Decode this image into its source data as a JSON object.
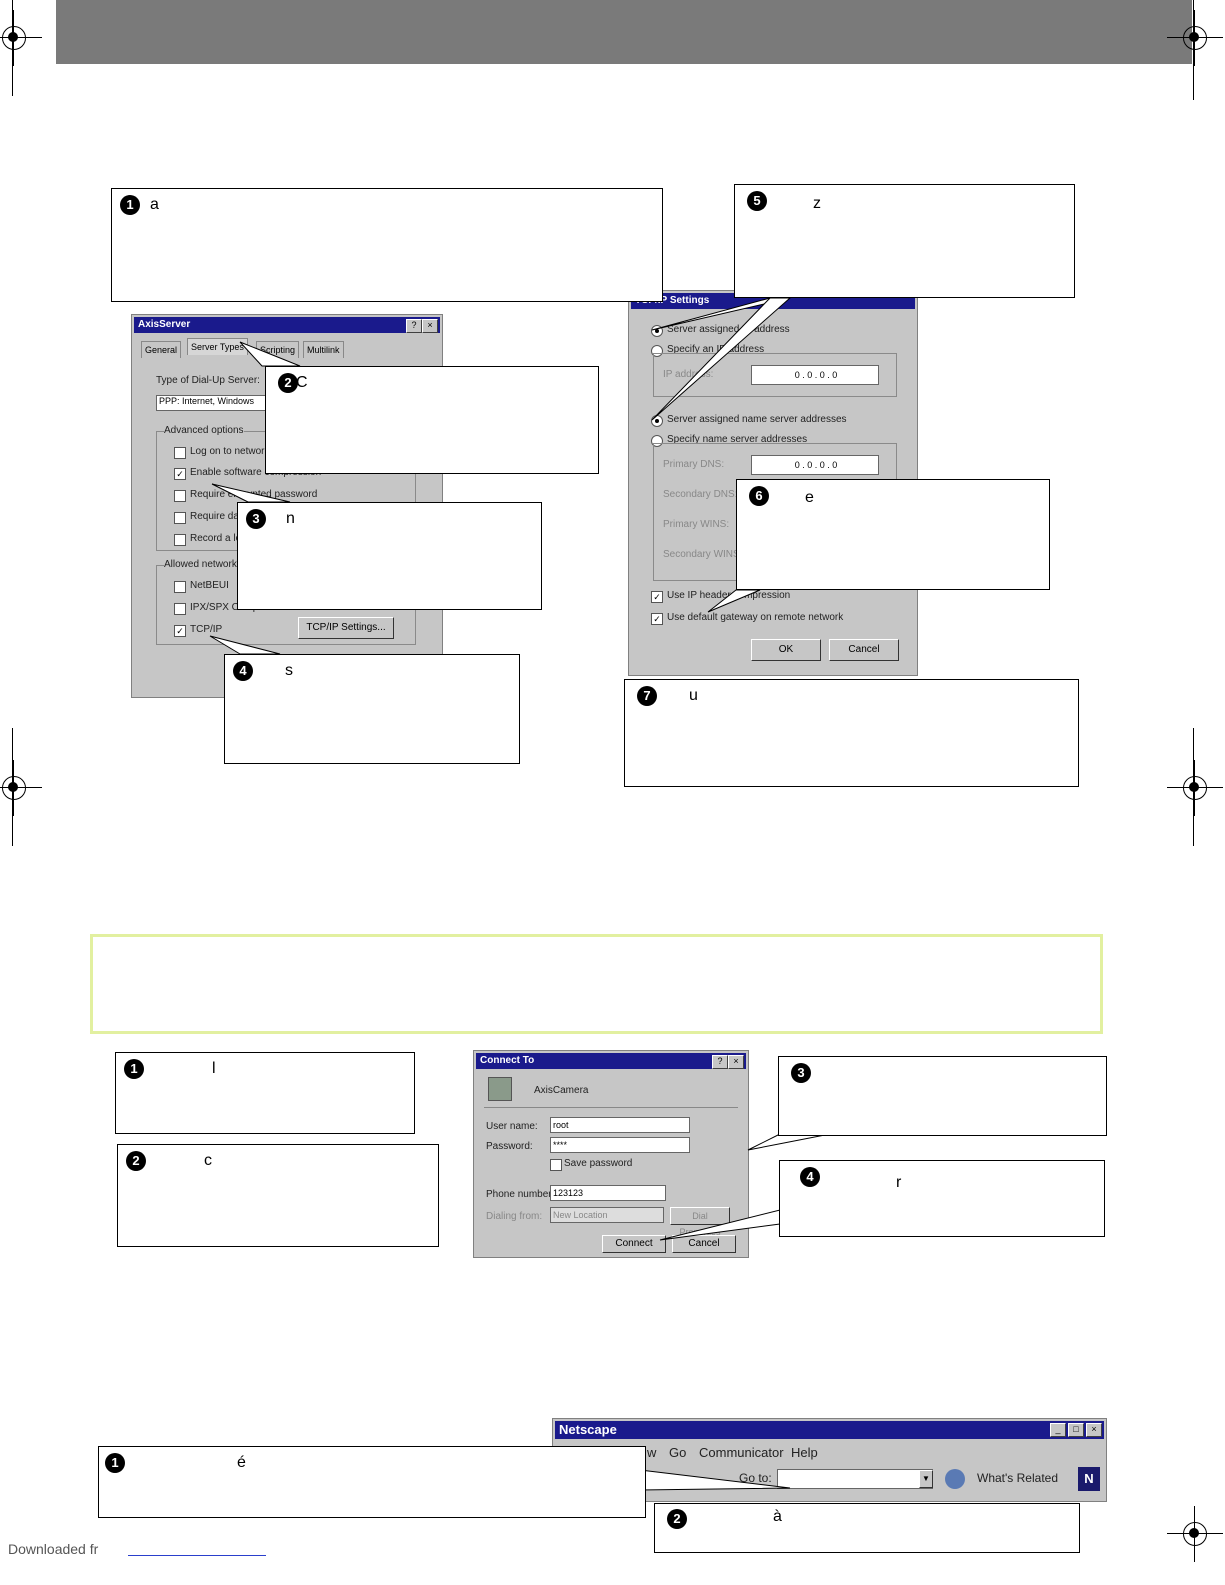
{
  "callouts_top": [
    {
      "num": "1",
      "text": "a"
    },
    {
      "num": "2",
      "text": "C"
    },
    {
      "num": "3",
      "text": "n"
    },
    {
      "num": "4",
      "text": "s"
    },
    {
      "num": "5",
      "text": "z"
    },
    {
      "num": "6",
      "text": "e"
    },
    {
      "num": "7",
      "text": "u"
    }
  ],
  "callouts_middle": [
    {
      "num": "1",
      "text": "l"
    },
    {
      "num": "2",
      "text": "c"
    },
    {
      "num": "3",
      "text": ""
    },
    {
      "num": "4",
      "text": "r"
    }
  ],
  "callouts_bottom": [
    {
      "num": "1",
      "text": "é"
    },
    {
      "num": "2",
      "text": "à"
    }
  ],
  "axis_window": {
    "title": "AxisServer",
    "tabs": [
      "General",
      "Server Types",
      "Scripting",
      "Multilink"
    ],
    "type_label": "Type of Dial-Up Server:",
    "type_value": "PPP: Internet, Windows",
    "advanced_group": "Advanced options",
    "advanced_options": [
      {
        "label": "Log on to network",
        "checked": false
      },
      {
        "label": "Enable software compression",
        "checked": true
      },
      {
        "label": "Require encrypted password",
        "checked": false
      },
      {
        "label": "Require data encryption",
        "checked": false
      },
      {
        "label": "Record a log file",
        "checked": false
      }
    ],
    "protocols_group": "Allowed network protocols",
    "protocols": [
      {
        "label": "NetBEUI",
        "checked": false
      },
      {
        "label": "IPX/SPX Compatible",
        "checked": false
      },
      {
        "label": "TCP/IP",
        "checked": true
      }
    ],
    "tcpip_button": "TCP/IP Settings..."
  },
  "tcpip_window": {
    "title": "TCP/IP Settings",
    "ip_options": [
      "Server assigned IP address",
      "Specify an IP address"
    ],
    "ip_label": "IP address:",
    "ip_value": "0 . 0 . 0 . 0",
    "ns_options": [
      "Server assigned name server addresses",
      "Specify name server addresses"
    ],
    "dns_labels": [
      "Primary DNS:",
      "Secondary DNS:",
      "Primary WINS:",
      "Secondary WINS:"
    ],
    "dns_value": "0 . 0 . 0 . 0",
    "checks": [
      {
        "label": "Use IP header compression",
        "checked": true
      },
      {
        "label": "Use default gateway on remote network",
        "checked": true
      }
    ],
    "ok": "OK",
    "cancel": "Cancel"
  },
  "connect_window": {
    "title": "Connect To",
    "connection_name": "AxisCamera",
    "user_label": "User name:",
    "user_value": "root",
    "password_label": "Password:",
    "password_value": "****",
    "save_password": "Save password",
    "phone_label": "Phone number:",
    "phone_value": "123123",
    "dialing_label": "Dialing from:",
    "dialing_value": "New Location",
    "dial_properties": "Dial Properties",
    "connect": "Connect",
    "cancel": "Cancel"
  },
  "netscape_window": {
    "title": "Netscape",
    "menu": [
      "w",
      "Go",
      "Communicator",
      "Help"
    ],
    "goto_label": "Go to:",
    "related": "What's Related"
  },
  "footer": {
    "text": "Downloaded fr"
  }
}
